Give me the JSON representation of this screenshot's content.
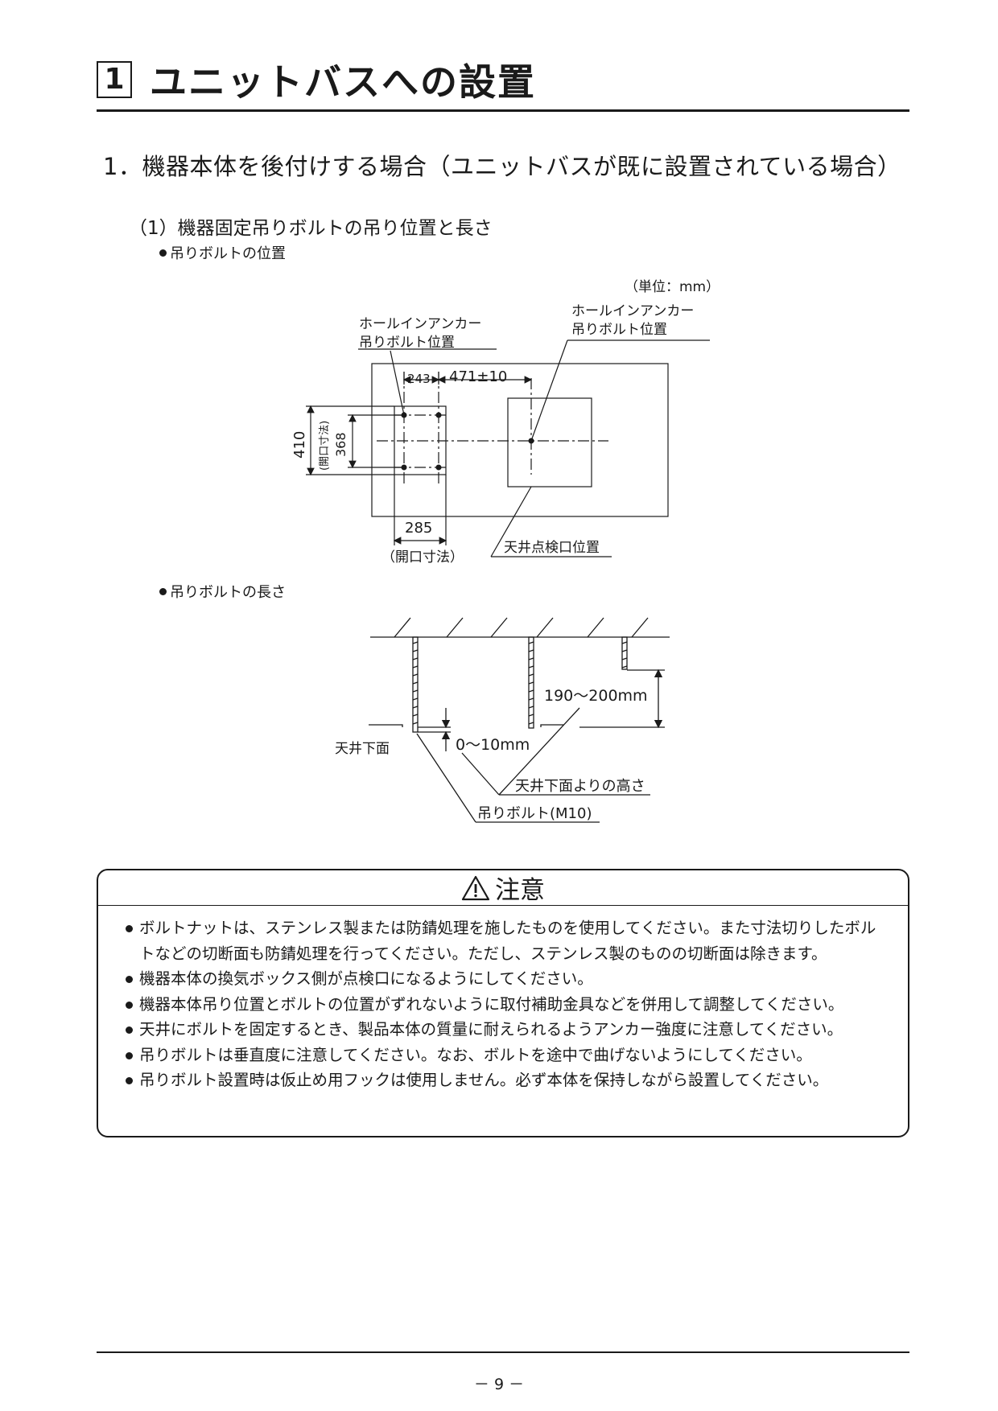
{
  "chapter": {
    "number": "1",
    "title": "ユニットバスへの設置"
  },
  "section": {
    "title": "1．機器本体を後付けする場合（ユニットバスが既に設置されている場合）"
  },
  "subsection": {
    "title": "（1）機器固定吊りボルトの吊り位置と長さ"
  },
  "bolt_position": {
    "label": "吊りボルトの位置",
    "unit_note": "（単位：mm）",
    "anchor_left_line1": "ホールインアンカー",
    "anchor_left_line2": "吊りボルト位置",
    "anchor_right_line1": "ホールインアンカー",
    "anchor_right_line2": "吊りボルト位置",
    "dim_243": "243",
    "dim_471": "471±10",
    "dim_410": "410",
    "dim_open_vertical": "(開口寸法)",
    "dim_368": "368",
    "dim_285": "285",
    "dim_open_horizontal": "（開口寸法）",
    "inspection_label": "天井点検口位置"
  },
  "bolt_length": {
    "label": "吊りボルトの長さ",
    "dim_190_200": "190～200mm",
    "ceiling_bottom": "天井下面",
    "dim_0_10": "0～10mm",
    "height_label": "天井下面よりの高さ",
    "bolt_label": "吊りボルト(M10)"
  },
  "caution": {
    "title": "注意",
    "items": [
      "ボルトナットは、ステンレス製または防錆処理を施したものを使用してください。また寸法切りしたボルトなどの切断面も防錆処理を行ってください。ただし、ステンレス製のものの切断面は除きます。",
      "機器本体の換気ボックス側が点検口になるようにしてください。",
      "機器本体吊り位置とボルトの位置がずれないように取付補助金具などを併用して調整してください。",
      "天井にボルトを固定するとき、製品本体の質量に耐えられるようアンカー強度に注意してください。",
      "吊りボルトは垂直度に注意してください。なお、ボルトを途中で曲げないようにしてください。",
      "吊りボルト設置時は仮止め用フックは使用しません。必ず本体を保持しながら設置してください。"
    ]
  },
  "footer": {
    "page": "－ 9 －"
  }
}
